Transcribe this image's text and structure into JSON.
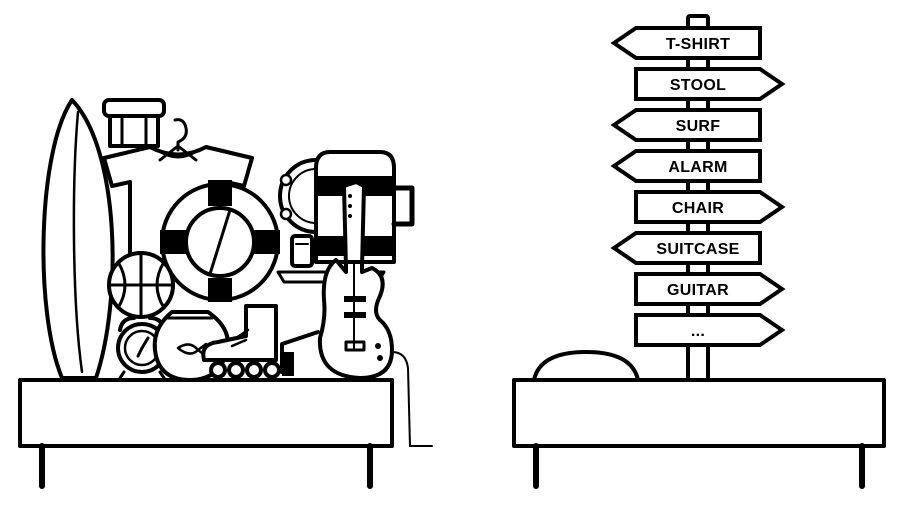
{
  "colors": {
    "ink": "#000000",
    "paper": "#ffffff"
  },
  "signpost": {
    "signs": [
      {
        "label": "T-SHIRT",
        "direction": "left"
      },
      {
        "label": "STOOL",
        "direction": "right"
      },
      {
        "label": "SURF",
        "direction": "left"
      },
      {
        "label": "ALARM",
        "direction": "left"
      },
      {
        "label": "CHAIR",
        "direction": "right"
      },
      {
        "label": "SUITCASE",
        "direction": "left"
      },
      {
        "label": "GUITAR",
        "direction": "right"
      },
      {
        "label": "...",
        "direction": "right"
      }
    ]
  },
  "left_table": {
    "objects": [
      "surfboard-icon",
      "stool-icon",
      "t-shirt-icon",
      "hanger-icon",
      "lifebuoy-icon",
      "basketball-icon",
      "alarm-clock-icon",
      "fishbowl-icon",
      "roller-skate-icon",
      "mug-icon",
      "guitar-icon",
      "tambourine-icon",
      "can-icon"
    ]
  },
  "right_table": {
    "objects": [
      "signpost-icon",
      "rock-icon"
    ]
  }
}
